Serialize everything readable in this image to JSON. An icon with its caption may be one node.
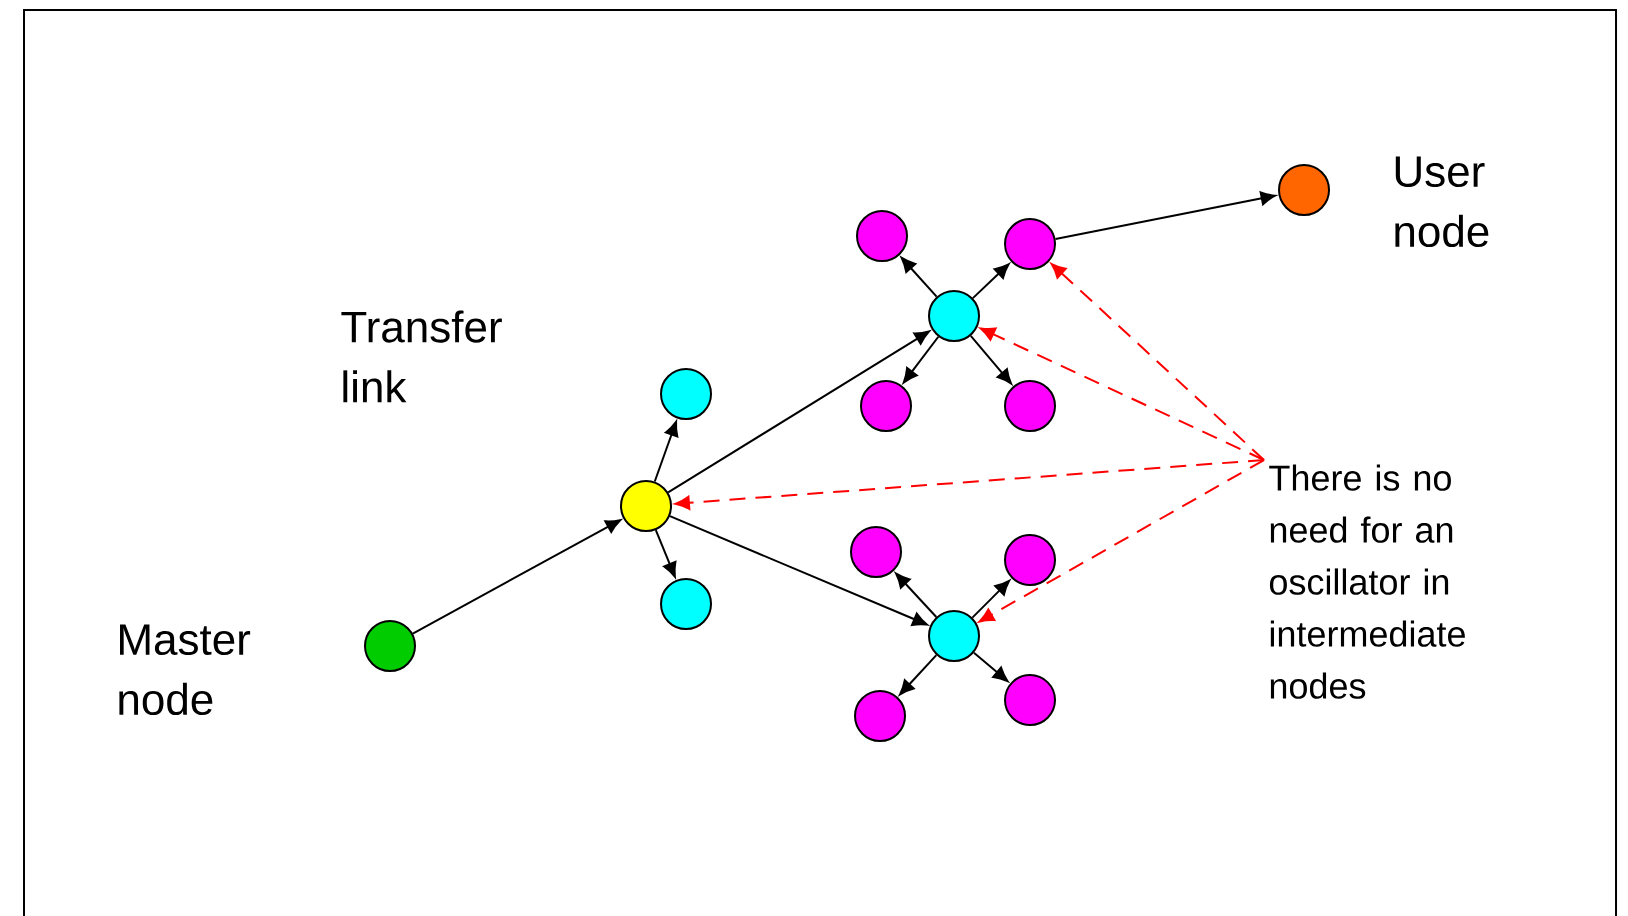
{
  "diagram": {
    "nodes": [
      {
        "text": [
          "There is no need for an oscillator in intermediate nodes"
        ]
      },
      {
        "text": [],
        "shape": "circle",
        "beside": [
          "Master node"
        ]
      },
      {
        "text": [],
        "shape": "circle"
      },
      {
        "text": [],
        "shape": "circle"
      },
      {
        "text": [],
        "shape": "circle"
      },
      {
        "text": [],
        "shape": "circle"
      },
      {
        "text": [],
        "shape": "circle"
      },
      {
        "text": [],
        "shape": "circle"
      },
      {
        "text": [],
        "shape": "circle"
      },
      {
        "text": [],
        "shape": "circle"
      },
      {
        "text": [],
        "shape": "circle"
      },
      {
        "text": [],
        "shape": "circle"
      },
      {
        "text": [],
        "shape": "circle"
      },
      {
        "text": [],
        "shape": "circle"
      },
      {
        "text": [],
        "shape": "circle"
      },
      {
        "text": [],
        "shape": "circle",
        "beside": [
          "User node"
        ]
      }
    ],
    "edges": [
      {
        "from": 1,
        "to": 2,
        "arrow": "to"
      },
      {
        "from": 2,
        "to": 3,
        "arrow": "to"
      },
      {
        "from": 2,
        "to": 4,
        "arrow": "to"
      },
      {
        "from": 2,
        "to": 7,
        "arrow": "to"
      },
      {
        "from": 2,
        "to": 12,
        "arrow": "to"
      },
      {
        "from": 7,
        "to": 5,
        "arrow": "to"
      },
      {
        "from": 7,
        "to": 6,
        "arrow": "to"
      },
      {
        "from": 7,
        "to": 8,
        "arrow": "to"
      },
      {
        "from": 7,
        "to": 9,
        "arrow": "to"
      },
      {
        "from": 12,
        "to": 10,
        "arrow": "to"
      },
      {
        "from": 12,
        "to": 11,
        "arrow": "to"
      },
      {
        "from": 12,
        "to": 13,
        "arrow": "to"
      },
      {
        "from": 12,
        "to": 14,
        "arrow": "to"
      },
      {
        "from": 6,
        "to": 15,
        "arrow": "to"
      },
      {
        "from": 0,
        "to": 6,
        "arrow": "to",
        "style": "dashed",
        "color": "#ff0000"
      },
      {
        "from": 0,
        "to": 7,
        "arrow": "to",
        "style": "dashed",
        "color": "#ff0000"
      },
      {
        "from": 0,
        "to": 2,
        "arrow": "to",
        "style": "dashed",
        "color": "#ff0000"
      },
      {
        "from": 0,
        "to": 12,
        "arrow": "to",
        "style": "dashed",
        "color": "#ff0000"
      }
    ],
    "labels": [
      "Transfer link"
    ]
  }
}
